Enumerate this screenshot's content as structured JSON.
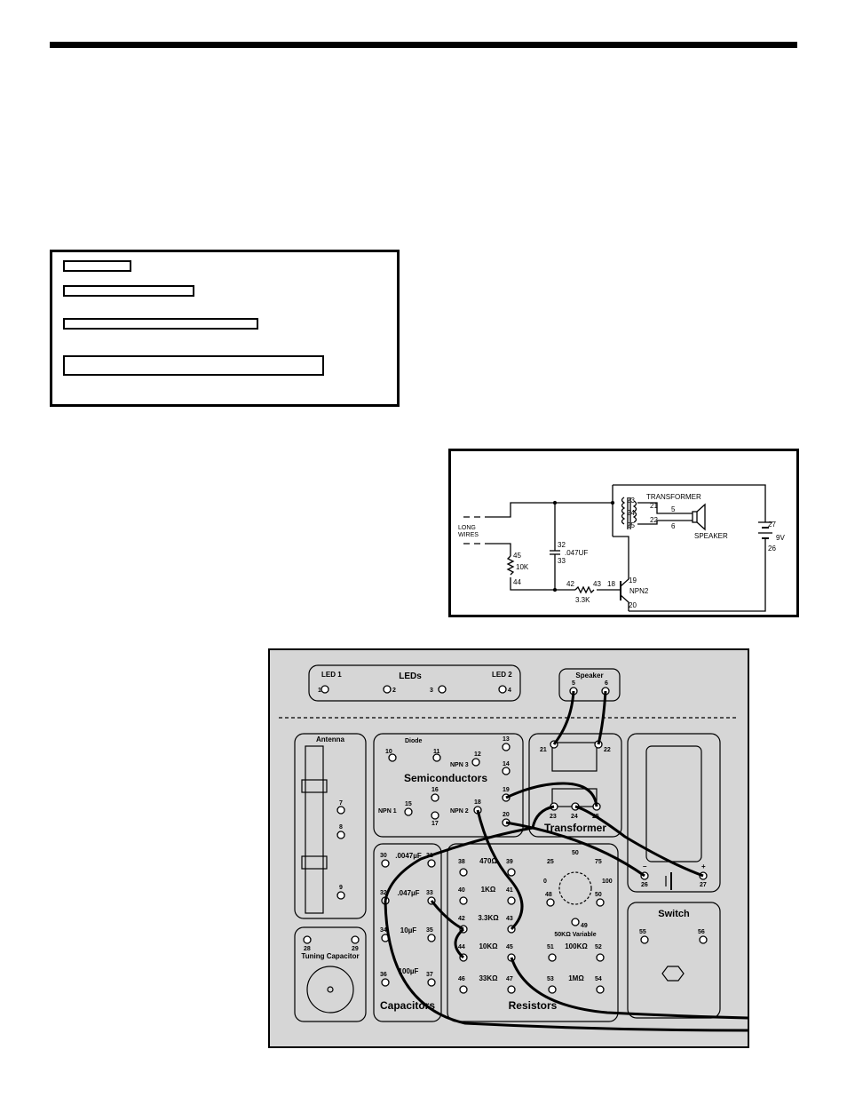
{
  "schematic": {
    "long_wires": [
      "LONG",
      "WIRES"
    ],
    "transformer": "TRANSFORMER",
    "speaker": "SPEAKER",
    "capacitor": ".047UF",
    "res_10k": "10K",
    "res_3k3": "3.3K",
    "transistor": "NPN2",
    "battery": "9V",
    "pins": {
      "p23": "23",
      "p24": "24",
      "p25": "25",
      "p21": "21",
      "p22": "22",
      "p5": "5",
      "p6": "6",
      "p27": "27",
      "p26": "26",
      "p32": "32",
      "p33": "33",
      "p45": "45",
      "p44": "44",
      "p42": "42",
      "p43": "43",
      "p18": "18",
      "p19": "19",
      "p20": "20"
    }
  },
  "board": {
    "leds": {
      "title": "LEDs",
      "led1": "LED 1",
      "led2": "LED 2",
      "p1": "1",
      "p2": "2",
      "p3": "3",
      "p4": "4"
    },
    "speaker": {
      "title": "Speaker",
      "p5": "5",
      "p6": "6"
    },
    "antenna": {
      "title": "Antenna",
      "p7": "7",
      "p8": "8",
      "p9": "9"
    },
    "tuning_capacitor": {
      "title": "Tuning Capacitor",
      "p28": "28",
      "p29": "29"
    },
    "semiconductors": {
      "title": "Semiconductors",
      "diode": "Diode",
      "npn1": "NPN 1",
      "npn2": "NPN 2",
      "npn3": "NPN 3",
      "p10": "10",
      "p11": "11",
      "p12": "12",
      "p13": "13",
      "p14": "14",
      "p15": "15",
      "p16": "16",
      "p17": "17",
      "p18": "18",
      "p19": "19",
      "p20": "20"
    },
    "transformer": {
      "title": "Transformer",
      "p21": "21",
      "p22": "22",
      "p23": "23",
      "p24": "24",
      "p25": "25"
    },
    "battery": {
      "p26": "26",
      "p27": "27",
      "minus": "–",
      "plus": "+"
    },
    "capacitors": {
      "title": "Capacitors",
      "c1": ".0047µF",
      "c2": ".047µF",
      "c3": "10µF",
      "c4": "100µF",
      "p30": "30",
      "p31": "31",
      "p32": "32",
      "p33": "33",
      "p34": "34",
      "p35": "35",
      "p36": "36",
      "p37": "37"
    },
    "resistors": {
      "title": "Resistors",
      "r470": "470Ω",
      "r1k": "1KΩ",
      "r3k3": "3.3KΩ",
      "r10k": "10KΩ",
      "r33k": "33KΩ",
      "r100k": "100KΩ",
      "r1m": "1MΩ",
      "p38": "38",
      "p39": "39",
      "p40": "40",
      "p41": "41",
      "p42": "42",
      "p43": "43",
      "p44": "44",
      "p45": "45",
      "p46": "46",
      "p47": "47",
      "p51": "51",
      "p52": "52",
      "p53": "53",
      "p54": "54"
    },
    "pot": {
      "label": "50KΩ Variable",
      "t0": "0",
      "t25": "25",
      "t50": "50",
      "t75": "75",
      "t100": "100",
      "p48": "48",
      "p49": "49",
      "p50": "50"
    },
    "switch": {
      "title": "Switch",
      "p55": "55",
      "p56": "56"
    }
  }
}
